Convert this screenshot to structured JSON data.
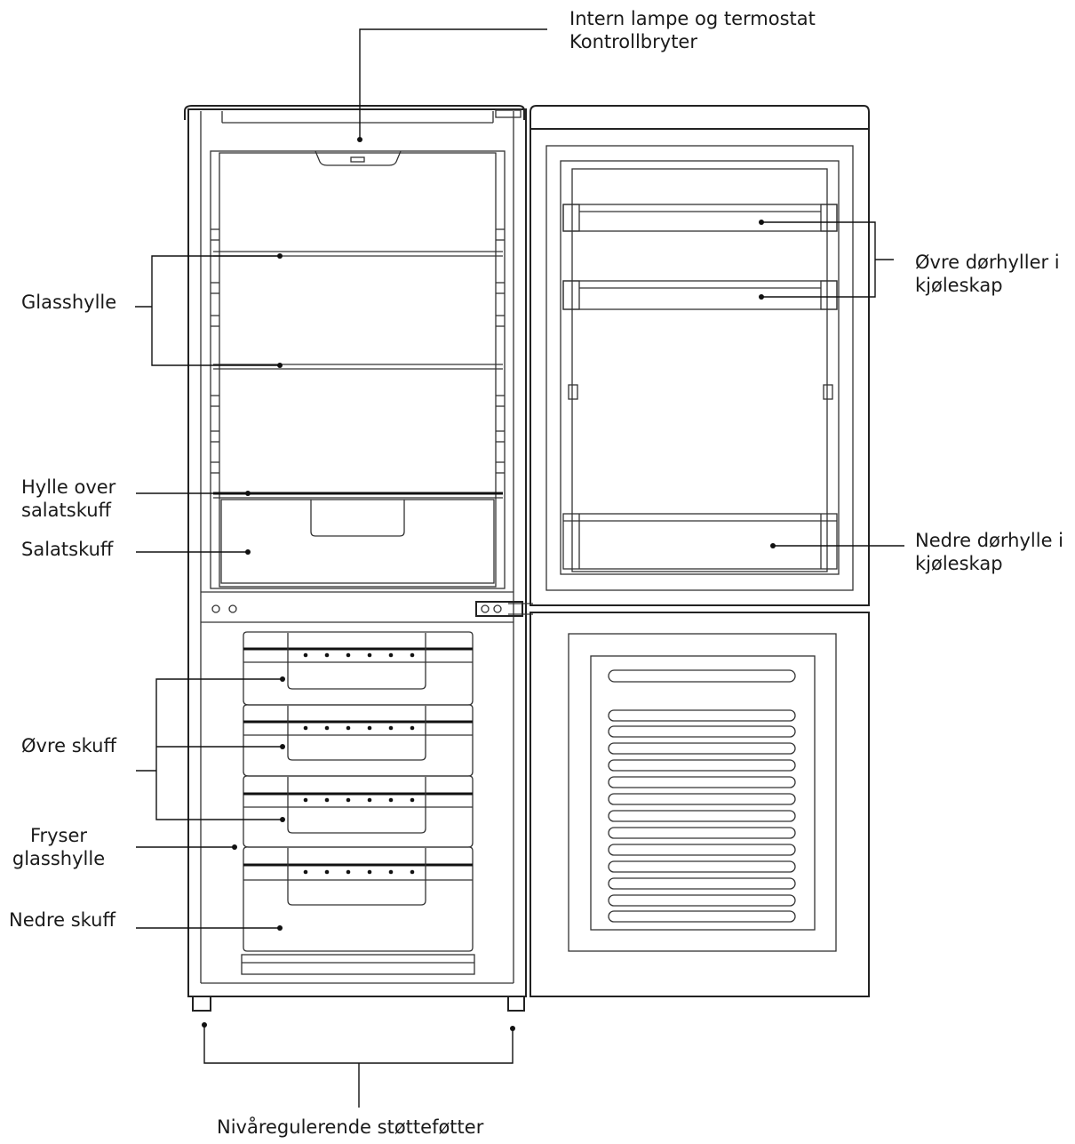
{
  "labels": {
    "lamp": [
      "Intern lampe og termostat",
      "Kontrollbryter"
    ],
    "glass_shelf": "Glasshylle",
    "crisper_shelf": [
      "Hylle over",
      "salatskuff"
    ],
    "crisper": "Salatskuff",
    "upper_drawer": "Øvre skuff",
    "freezer_shelf": [
      "Fryser",
      "glasshylle"
    ],
    "lower_drawer": "Nedre skuff",
    "feet": "Nivåregulerende støtteføtter",
    "upper_door_shelves": [
      "Øvre dørhyller i",
      "kjøleskap"
    ],
    "lower_door_shelf": [
      "Nedre dørhylle i",
      "kjøleskap"
    ]
  }
}
